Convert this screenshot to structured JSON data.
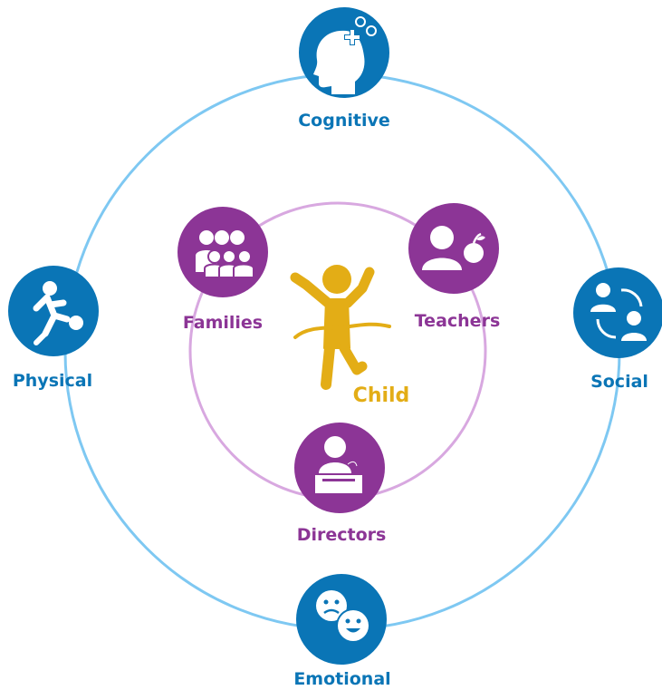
{
  "colors": {
    "outer_ring": "#7ec8f2",
    "outer_node": "#0a75b6",
    "outer_label": "#0a75b6",
    "inner_ring": "#d8a8e0",
    "inner_node": "#8c3596",
    "inner_label": "#8c3596",
    "child": "#e3ad16",
    "icon_fill": "#ffffff"
  },
  "outer": {
    "cognitive": {
      "label": "Cognitive",
      "icon": "head-with-plus-icon"
    },
    "physical": {
      "label": "Physical",
      "icon": "kicking-ball-icon"
    },
    "social": {
      "label": "Social",
      "icon": "people-exchange-icon"
    },
    "emotional": {
      "label": "Emotional",
      "icon": "faces-icon"
    }
  },
  "inner": {
    "families": {
      "label": "Families",
      "icon": "family-group-icon"
    },
    "teachers": {
      "label": "Teachers",
      "icon": "teacher-apple-icon"
    },
    "directors": {
      "label": "Directors",
      "icon": "speaker-podium-icon"
    }
  },
  "center": {
    "label": "Child",
    "icon": "child-figure-icon"
  }
}
